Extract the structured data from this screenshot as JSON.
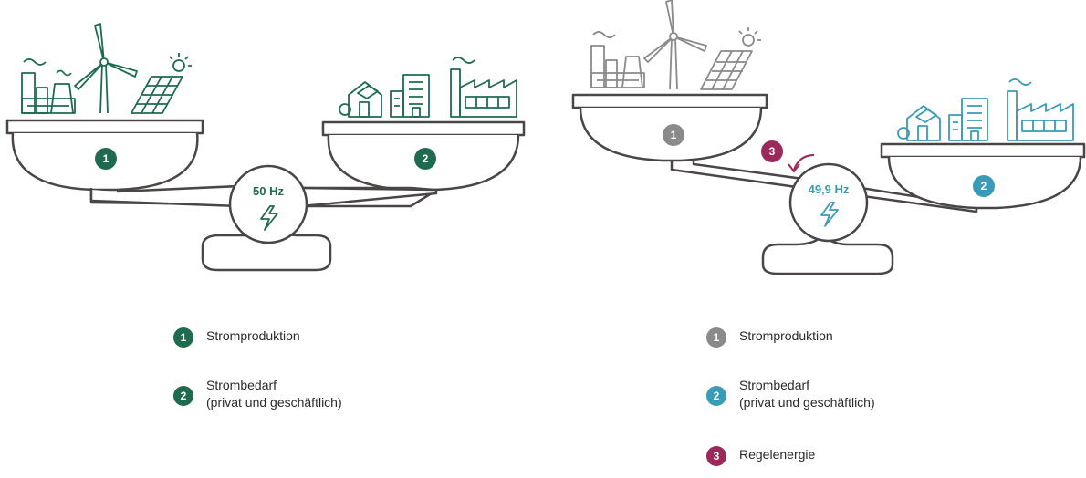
{
  "colors": {
    "green": "#1f6b50",
    "gray": "#8a8a8a",
    "blue": "#3a9bb8",
    "magenta": "#9b2a5a",
    "outline": "#4a4646"
  },
  "left_scale": {
    "frequency": "50 Hz",
    "badge_production": "1",
    "badge_demand": "2",
    "icon": "lightning-icon"
  },
  "right_scale": {
    "frequency": "49,9 Hz",
    "badge_production": "1",
    "badge_demand": "2",
    "badge_control": "3",
    "icon": "lightning-icon"
  },
  "legend_left": {
    "items": [
      {
        "num": "1",
        "line1": "Stromproduktion"
      },
      {
        "num": "2",
        "line1": "Strombedarf",
        "line2": "(privat und geschäftlich)"
      }
    ]
  },
  "legend_right": {
    "items": [
      {
        "num": "1",
        "line1": "Stromproduktion"
      },
      {
        "num": "2",
        "line1": "Strombedarf",
        "line2": "(privat und geschäftlich)"
      },
      {
        "num": "3",
        "line1": "Regelenergie"
      }
    ]
  }
}
